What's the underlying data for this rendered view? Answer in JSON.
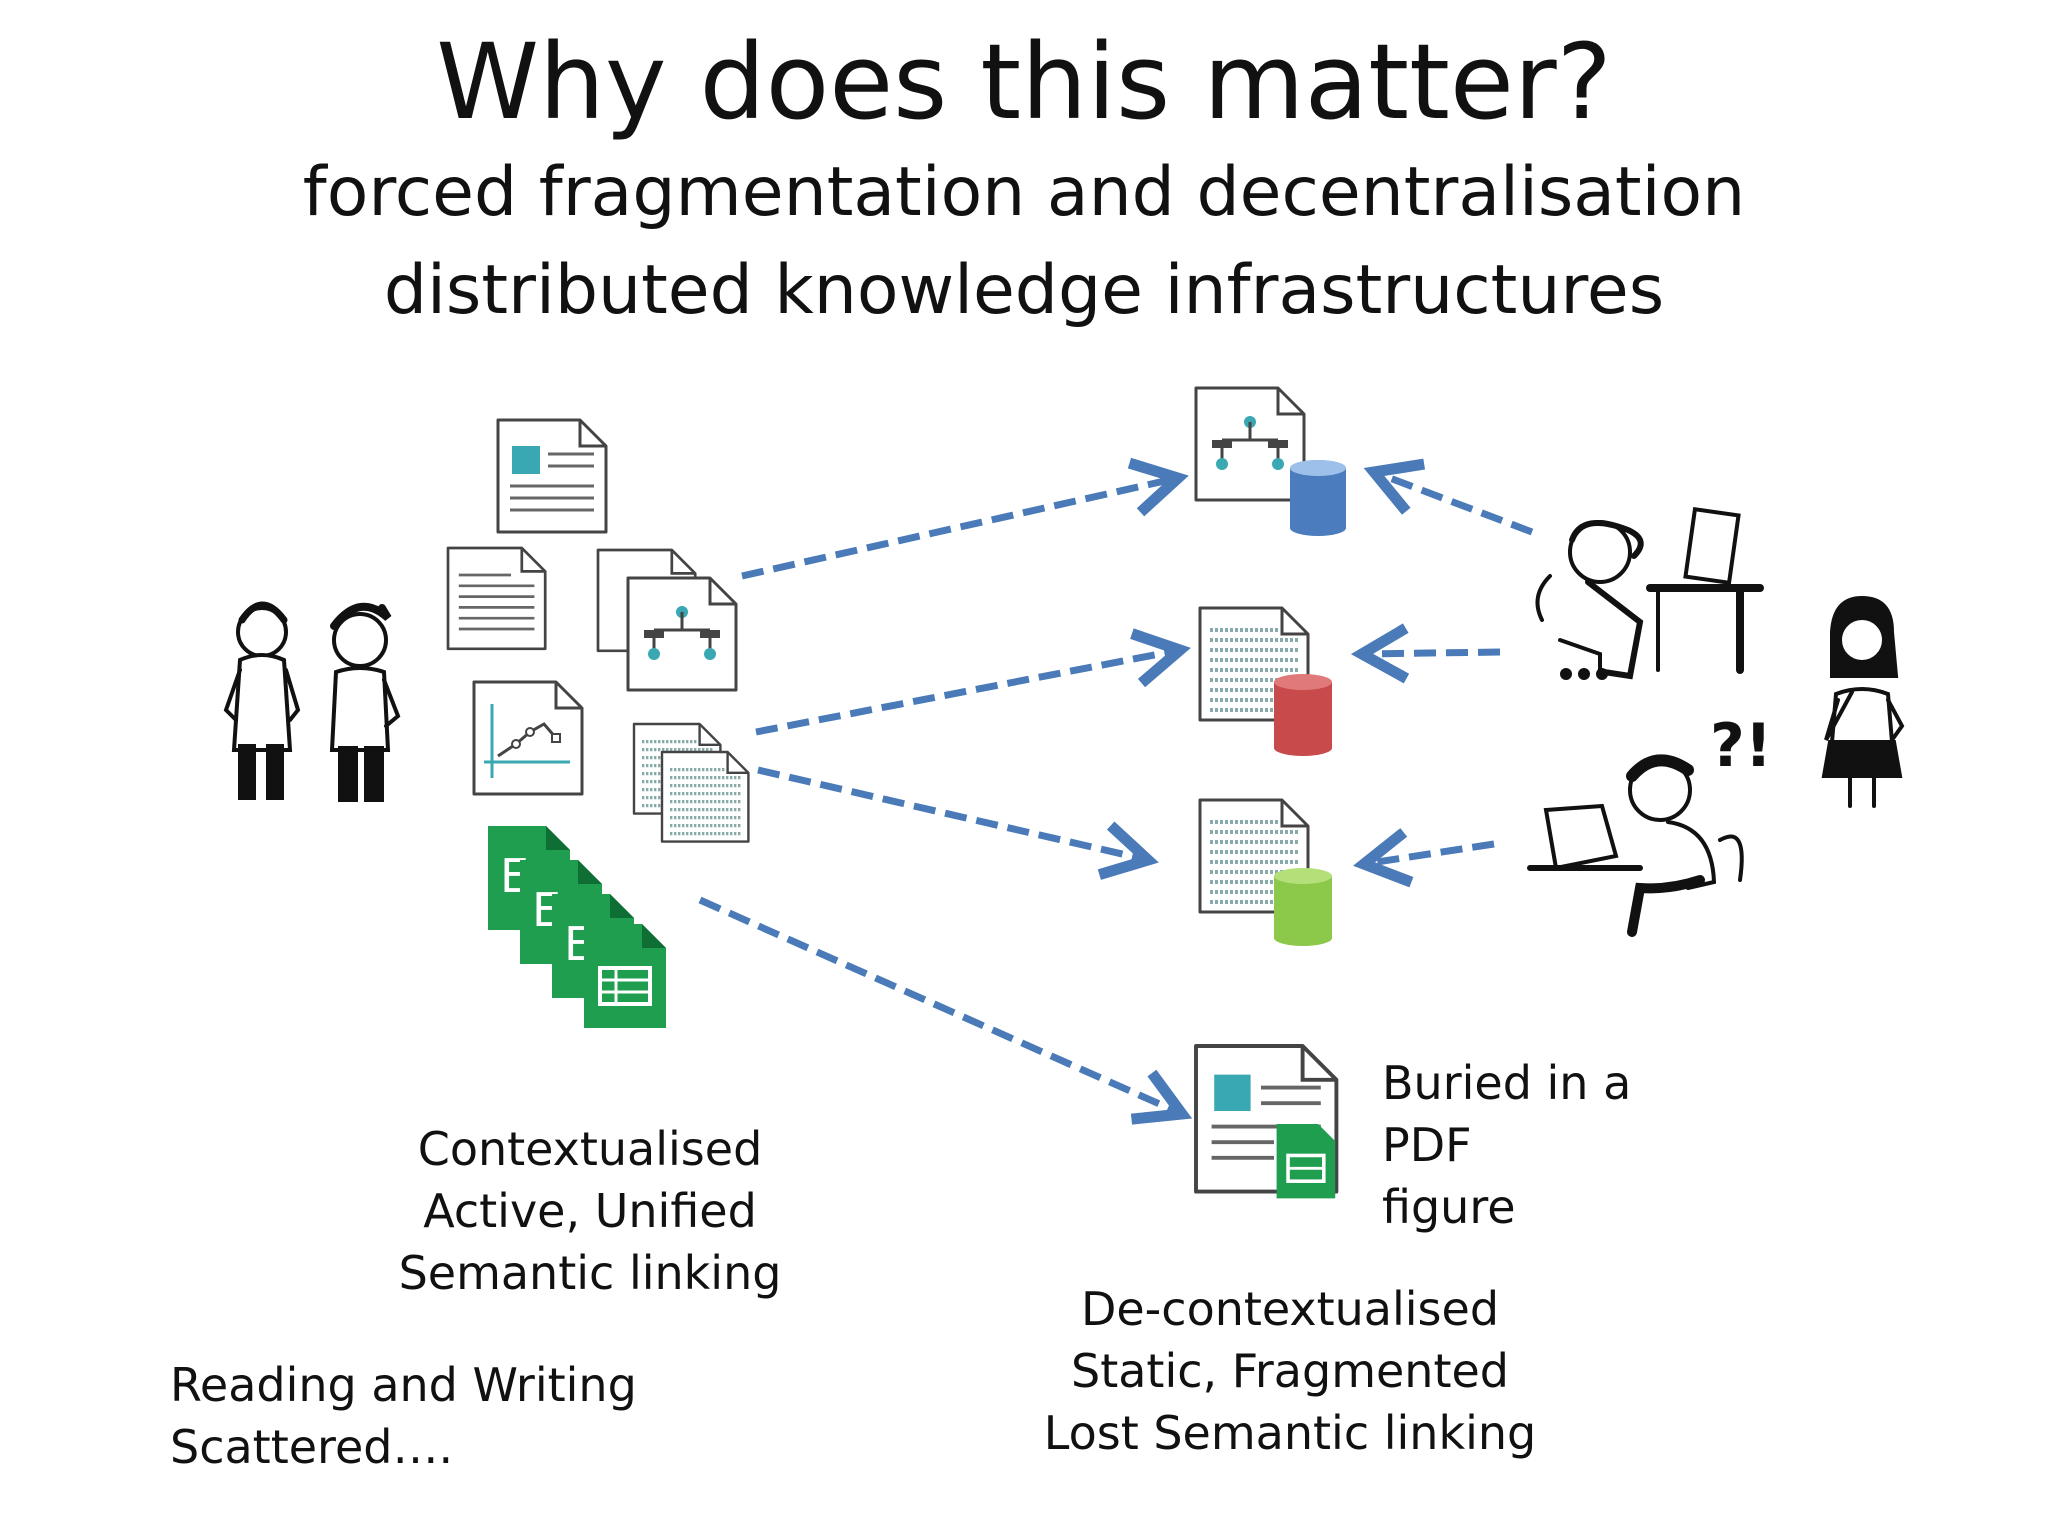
{
  "title": "Why does this matter?",
  "subtitle_lines": [
    "forced fragmentation and decentralisation",
    "distributed knowledge infrastructures"
  ],
  "left_caption": [
    "Contextualised",
    "Active, Unified",
    "Semantic linking"
  ],
  "scatter_caption": "Reading and Writing Scattered….",
  "right_caption": [
    "De-contextualised",
    "Static, Fragmented",
    "Lost Semantic linking"
  ],
  "pdf_caption": [
    "Buried in a",
    "PDF",
    "figure"
  ],
  "colors": {
    "arrow": "#4a7ab8",
    "db_blue": "#4a7cbe",
    "db_red": "#c84a4a",
    "db_green": "#8cc84a",
    "teal": "#3aa8b2",
    "sheet_green": "#1e9e4e"
  }
}
